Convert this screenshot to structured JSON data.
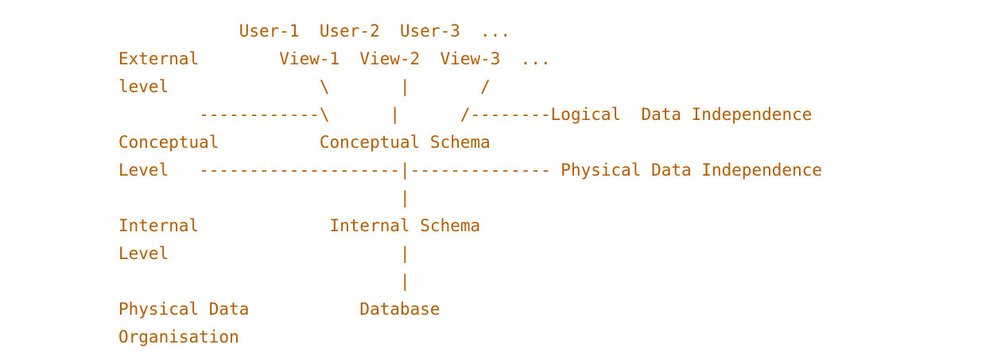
{
  "colors": {
    "text": "#b35c00",
    "background": "#ffffff"
  },
  "lines": [
    "            User-1  User-2  User-3  ...",
    "External        View-1  View-2  View-3  ...",
    "level               \\       |       /",
    "        ------------\\      |      /--------Logical  Data Independence",
    "Conceptual          Conceptual Schema",
    "Level   --------------------|-------------- Physical Data Independence",
    "                            |",
    "Internal             Internal Schema",
    "Level                       |",
    "                            |",
    "Physical Data           Database",
    "Organisation"
  ]
}
